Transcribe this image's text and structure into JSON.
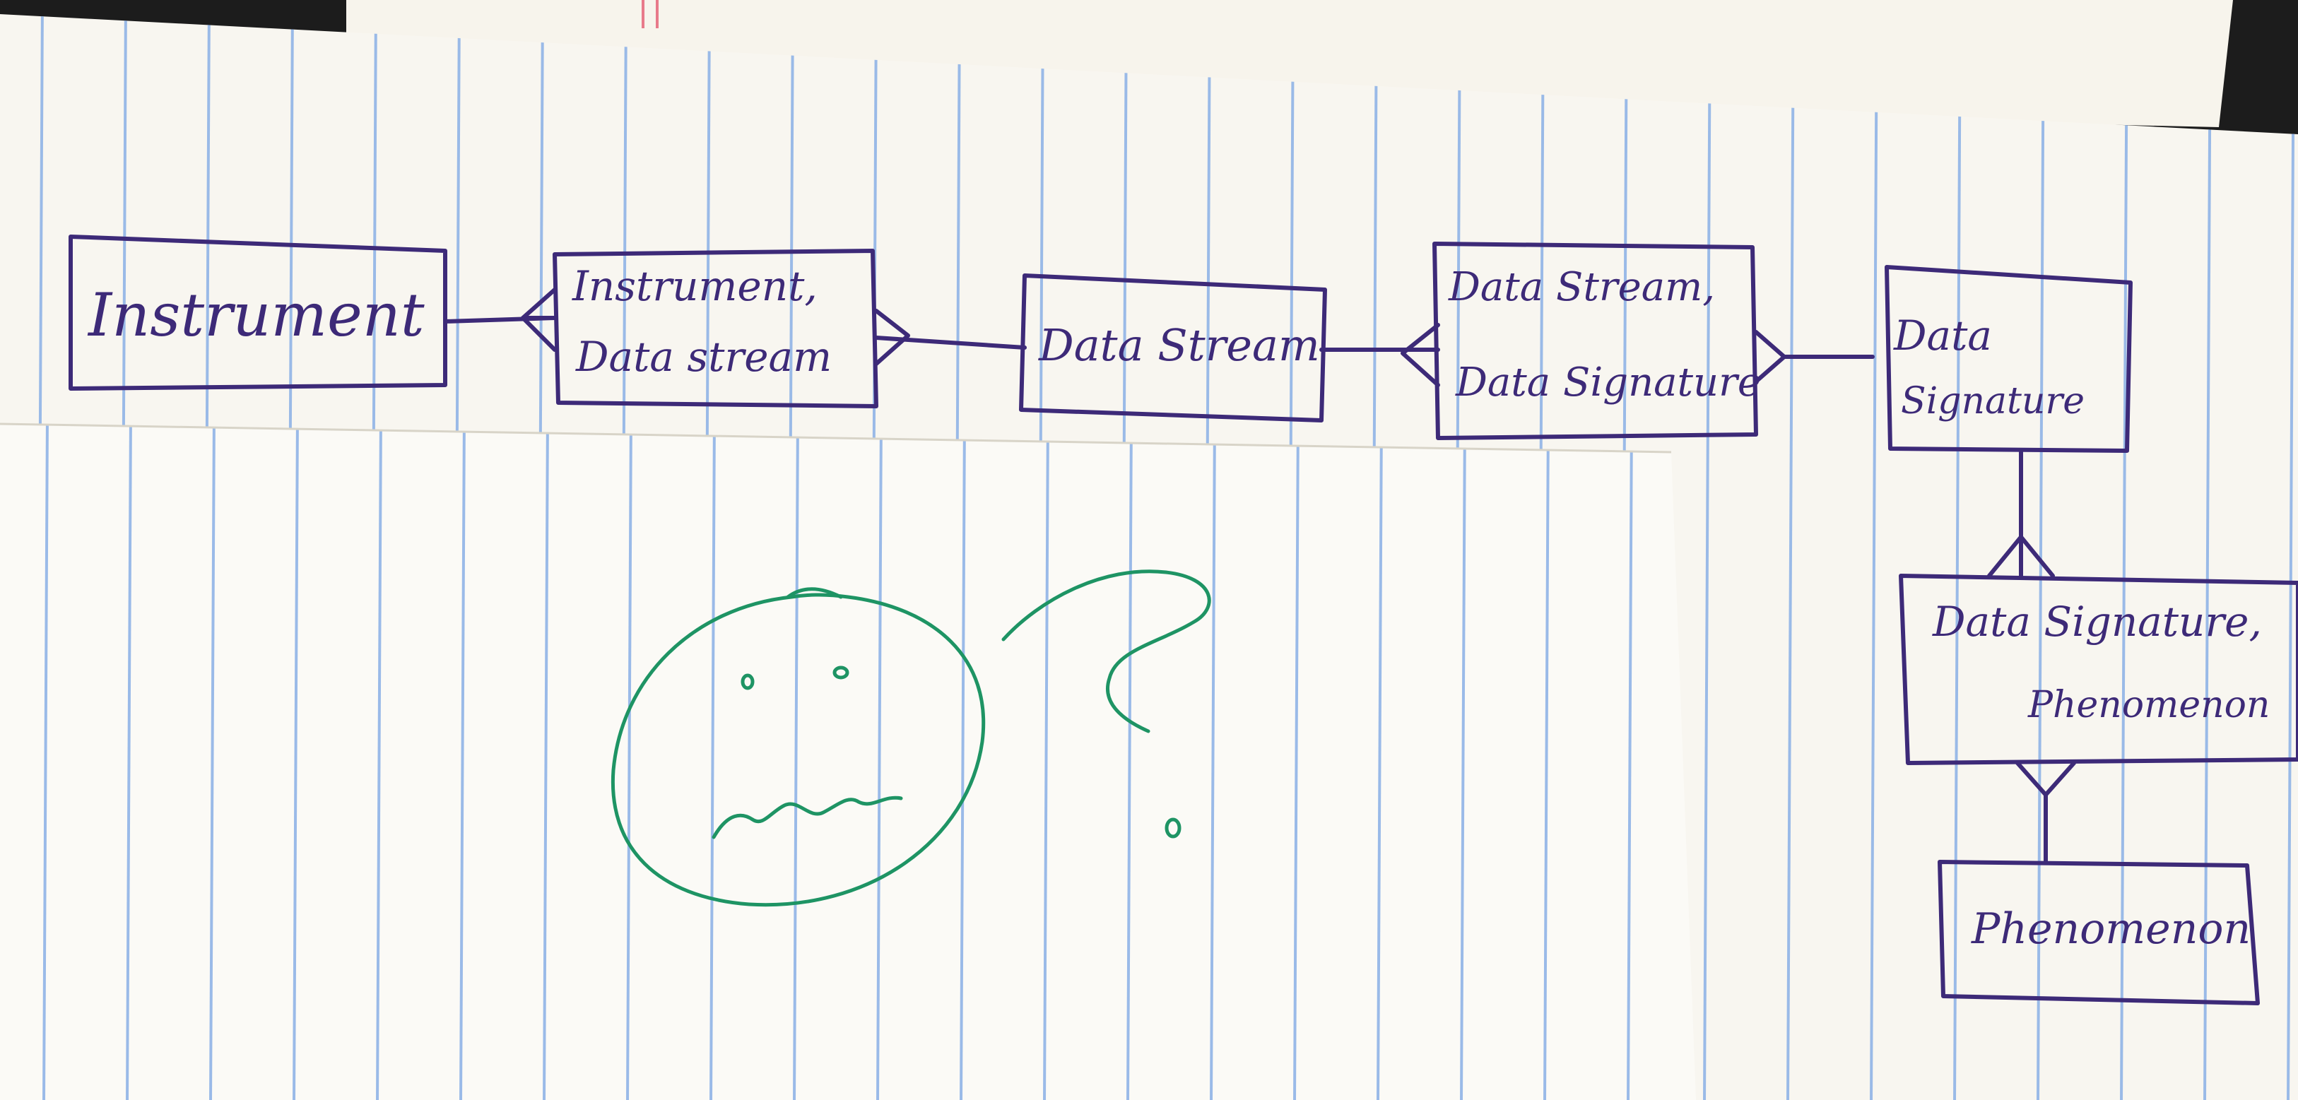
{
  "diagram": {
    "ink_color": "#3d2a78",
    "marker_color": "#1e9464",
    "entities": {
      "instrument": "Instrument",
      "instrument_stream_line1": "Instrument,",
      "instrument_stream_line2": "Data stream",
      "data_stream": "Data Stream",
      "stream_signature_line1": "Data Stream,",
      "stream_signature_line2": "Data Signature",
      "data_signature_line1": "Data",
      "data_signature_line2": "Signature",
      "signature_phenomenon_line1": "Data Signature,",
      "signature_phenomenon_line2": "Phenomenon",
      "phenomenon": "Phenomenon"
    },
    "doodle": {
      "description_icon": "sad-face-question-mark-icon"
    }
  }
}
